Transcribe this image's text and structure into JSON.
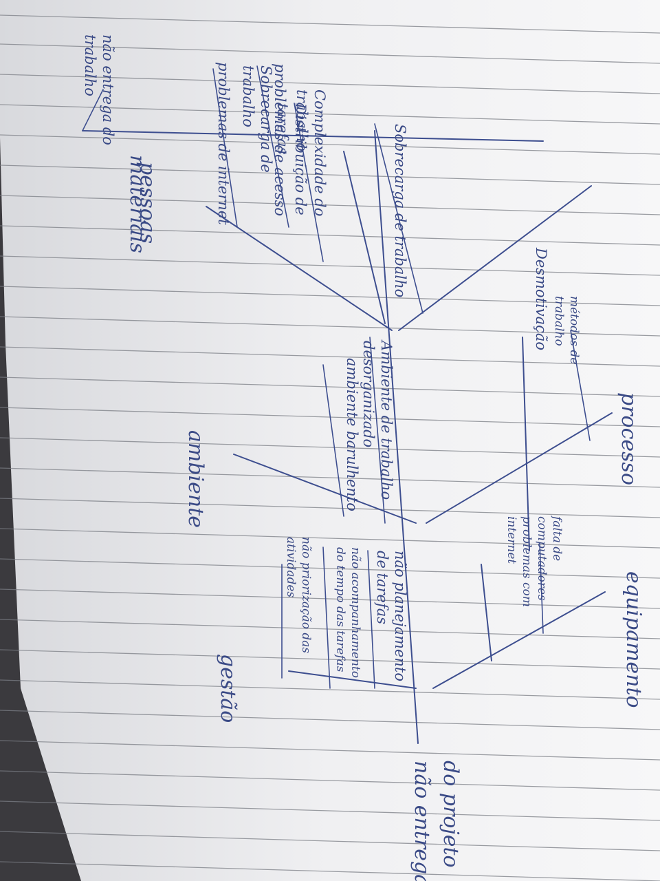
{
  "diagram": {
    "effect": [
      "não entrega",
      "do projeto"
    ],
    "categories": {
      "pessoas": "pessoas",
      "processo": "processo",
      "equipamento": "equipamento",
      "materiais": "materiais",
      "ambiente": "ambiente",
      "gestao": "gestão"
    },
    "causes": {
      "pessoas": [
        [
          "não entrega do",
          "trabalho"
        ],
        [
          "Sobrecarga de",
          "trabalho"
        ],
        [
          "Distribuição de",
          "tarefas"
        ],
        [
          "Sobrecarga de trabalho"
        ],
        [
          "Desmotivação"
        ]
      ],
      "processo": [
        [
          "métodos de",
          "trabalho"
        ]
      ],
      "equipamento": [
        [
          "falta de",
          "computadores",
          "problemas com",
          "internet"
        ]
      ],
      "materiais": [
        [
          "Complexidade do",
          "trabalho"
        ],
        [
          "problemas de acesso"
        ],
        [
          "problemas de internet"
        ]
      ],
      "ambiente": [
        [
          "Ambiente de trabalho",
          "desorganizado"
        ],
        [
          "ambiente barulhento"
        ]
      ],
      "gestao": [
        [
          "não planejamento",
          "de tarefas"
        ],
        [
          "não acompanhamento",
          "do tempo das tarefas"
        ],
        [
          "não priorização das",
          "atividades"
        ]
      ]
    }
  }
}
